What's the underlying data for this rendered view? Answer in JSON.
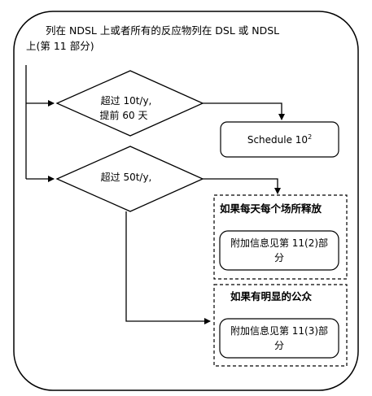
{
  "header": {
    "line1": "列在 NDSL 上或者所有的反应物列在 DSL 或 NDSL",
    "line2": "上(第 11 部分)"
  },
  "decisions": [
    {
      "line1": "超过 10t/y,",
      "line2": "提前 60 天"
    },
    {
      "line1": "超过 50t/y,",
      "line2": ""
    }
  ],
  "schedule": {
    "label": "Schedule 10",
    "superscript": "2"
  },
  "groups": [
    {
      "title": "如果每天每个场所释放",
      "box_line1": "附加信息见第 11(2)部",
      "box_line2": "分"
    },
    {
      "title": "如果有明显的公众",
      "box_line1": "附加信息见第 11(3)部",
      "box_line2": "分"
    }
  ]
}
